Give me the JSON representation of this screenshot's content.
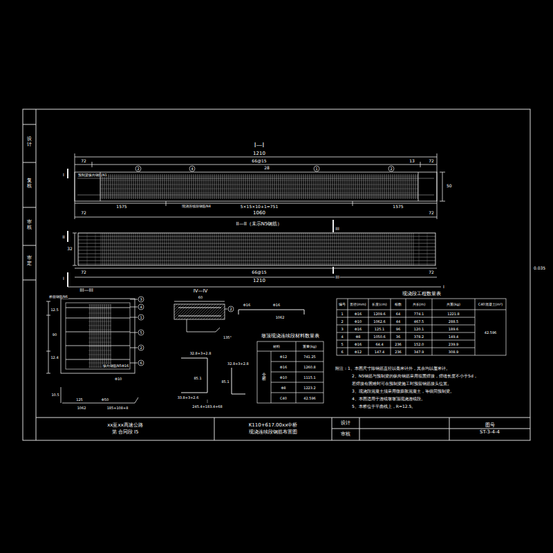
{
  "diagram": {
    "nodes": [
      {
        "text": [
          "xx至xx高速公路",
          "第  合同段  I5"
        ]
      },
      {
        "text": [
          "K110+617.00xx中桥",
          "现浇连续段钢筋布置图"
        ]
      },
      {
        "text": [
          "设计"
        ]
      },
      {
        "text": [
          "审核"
        ]
      },
      {
        "text": [
          "图号",
          "ST-3-4-4"
        ]
      }
    ],
    "labels": [
      "I—I",
      "1210",
      "72",
      "66@15",
      "13",
      "72",
      "28",
      "预制梁纵向钢筋N1",
      "50",
      "1575",
      "5×15×10+1=751",
      "1575",
      "现浇连续段钢筋N4",
      "72",
      "1060",
      "72",
      "II—II（未示N5钢筋）",
      "I",
      "I",
      "II",
      "III",
      "III",
      "I",
      "32",
      "66@15",
      "1210",
      "72",
      "72",
      "III—III",
      "桥面钢筋N6",
      "12.5",
      "90",
      "12.4",
      "纵向钢筋N5Φ16",
      "Φ10",
      "10.5",
      "125",
      "Φ50",
      "1062",
      "185+108+8",
      "IV—IV",
      "60",
      "135°",
      "Φ16",
      "Φ16",
      "1062",
      "32.8+3+2.8",
      "85.1",
      "32.8+3+2.8",
      "85.1",
      "33.8+3+2.6",
      "245.4+183.4+68",
      "2",
      "4",
      "1",
      "2",
      "3",
      "4",
      "1",
      "5",
      "2",
      "6",
      "2",
      "墩顶现浇连续段材料数量表",
      "材料",
      "重量(kg)",
      "Φ12",
      "741.25",
      "Φ16",
      "1260.8",
      "Φ10",
      "1115.1",
      "Φ8",
      "1223.2",
      "C40",
      "42.596",
      "全桥",
      "现浇段工程数量表",
      "编号",
      "直径(mm)",
      "长度(cm)",
      "根数",
      "共长(m)",
      "共重(kg)",
      "C40混凝土(m³)",
      "1",
      "Φ16",
      "1209.6",
      "64",
      "774.1",
      "1221.8",
      "2",
      "Φ10",
      "1062.6",
      "44",
      "467.5",
      "288.5",
      "3",
      "Φ16",
      "125.1",
      "96",
      "120.1",
      "189.6",
      "4",
      "Φ8",
      "1050.6",
      "36",
      "378.2",
      "149.4",
      "5",
      "Φ16",
      "64.4",
      "236",
      "152.0",
      "239.9",
      "6",
      "Φ12",
      "147.4",
      "236",
      "347.9",
      "308.9",
      "42.596",
      "附注：1、本图尺寸除钢筋直径以毫米计外，其余均以厘米计。",
      "2、N5钢筋与预制梁的纵向钢筋采用双面焊接，焊缝长度不小于5d，",
      "若焊接有困难时可在预制梁施工时预留钢筋接头位置。",
      "3、现浇段混凝土须采用微膨胀混凝土，等级同预制梁。",
      "4、本图适用于连续墩墩顶现浇连续段。",
      "5、本桥位于平曲线上，R=12.5。",
      "0.035",
      "设计",
      "复核",
      "审核",
      "审定"
    ]
  }
}
